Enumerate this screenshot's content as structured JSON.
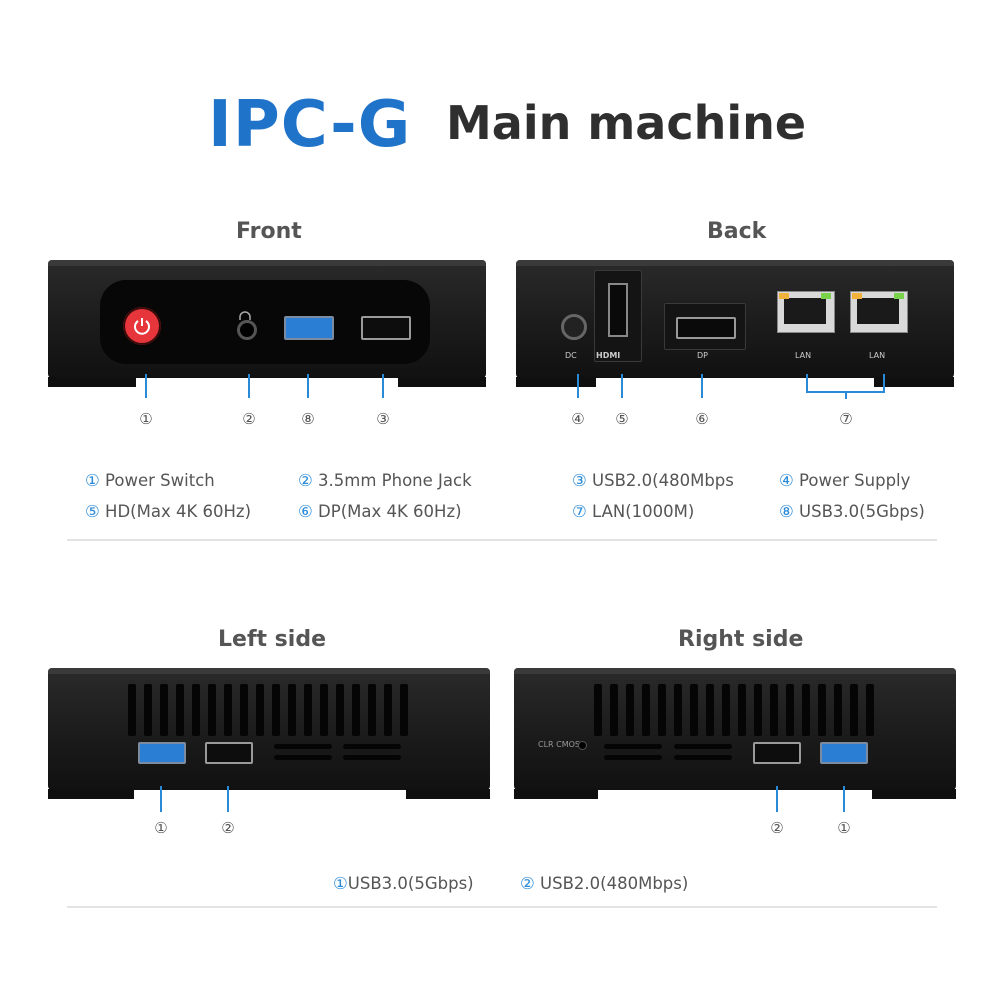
{
  "header": {
    "title_main": "IPC-G",
    "title_sub": "Main machine"
  },
  "views": {
    "front": "Front",
    "back": "Back",
    "left": "Left side",
    "right": "Right side"
  },
  "back_port_labels": {
    "dc": "DC",
    "hdmi": "HDMI",
    "dp": "DP",
    "lan1": "LAN",
    "lan2": "LAN"
  },
  "right_side_labels": {
    "clr_cmos": "CLR CMOS"
  },
  "callouts": {
    "front": [
      "①",
      "②",
      "⑧",
      "③"
    ],
    "back": [
      "④",
      "⑤",
      "⑥",
      "⑦"
    ],
    "left": [
      "①",
      "②"
    ],
    "right": [
      "②",
      "①"
    ]
  },
  "legend_top": {
    "row1": [
      {
        "num": "①",
        "text": "Power Switch"
      },
      {
        "num": "②",
        "text": "3.5mm Phone Jack"
      },
      {
        "num": "③",
        "text": "USB2.0(480Mbps"
      },
      {
        "num": "④",
        "text": "Power Supply"
      }
    ],
    "row2": [
      {
        "num": "⑤",
        "text": "HD(Max 4K 60Hz)"
      },
      {
        "num": "⑥",
        "text": "DP(Max 4K 60Hz)"
      },
      {
        "num": "⑦",
        "text": "LAN(1000M)"
      },
      {
        "num": "⑧",
        "text": "USB3.0(5Gbps)"
      }
    ]
  },
  "legend_bottom": [
    {
      "num": "①",
      "text": "USB3.0(5Gbps)"
    },
    {
      "num": "②",
      "text": "USB2.0(480Mbps)"
    }
  ],
  "colors": {
    "accent": "#1f73c9",
    "callout": "#2a8ad8",
    "power": "#e6363b",
    "usb3": "#2a7fd4"
  },
  "icons": {
    "power": "power-icon",
    "audio": "headphone-icon"
  }
}
